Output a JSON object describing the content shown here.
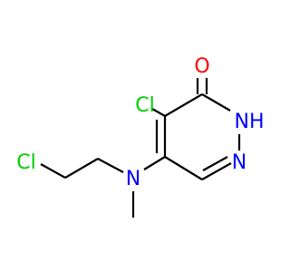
{
  "molecule": {
    "atoms": {
      "oxygen": {
        "text": "O",
        "color": "#ff0000"
      },
      "chlorine_ring": {
        "text": "Cl",
        "color": "#00cc00"
      },
      "nh": {
        "text": "N",
        "suffix": "H",
        "color": "#0000ff"
      },
      "n_ring": {
        "text": "N",
        "color": "#0000ff"
      },
      "n_amine": {
        "text": "N",
        "color": "#0000ff"
      },
      "chlorine_chain": {
        "text": "Cl",
        "color": "#00cc00"
      }
    },
    "bond_color": "#000000"
  }
}
